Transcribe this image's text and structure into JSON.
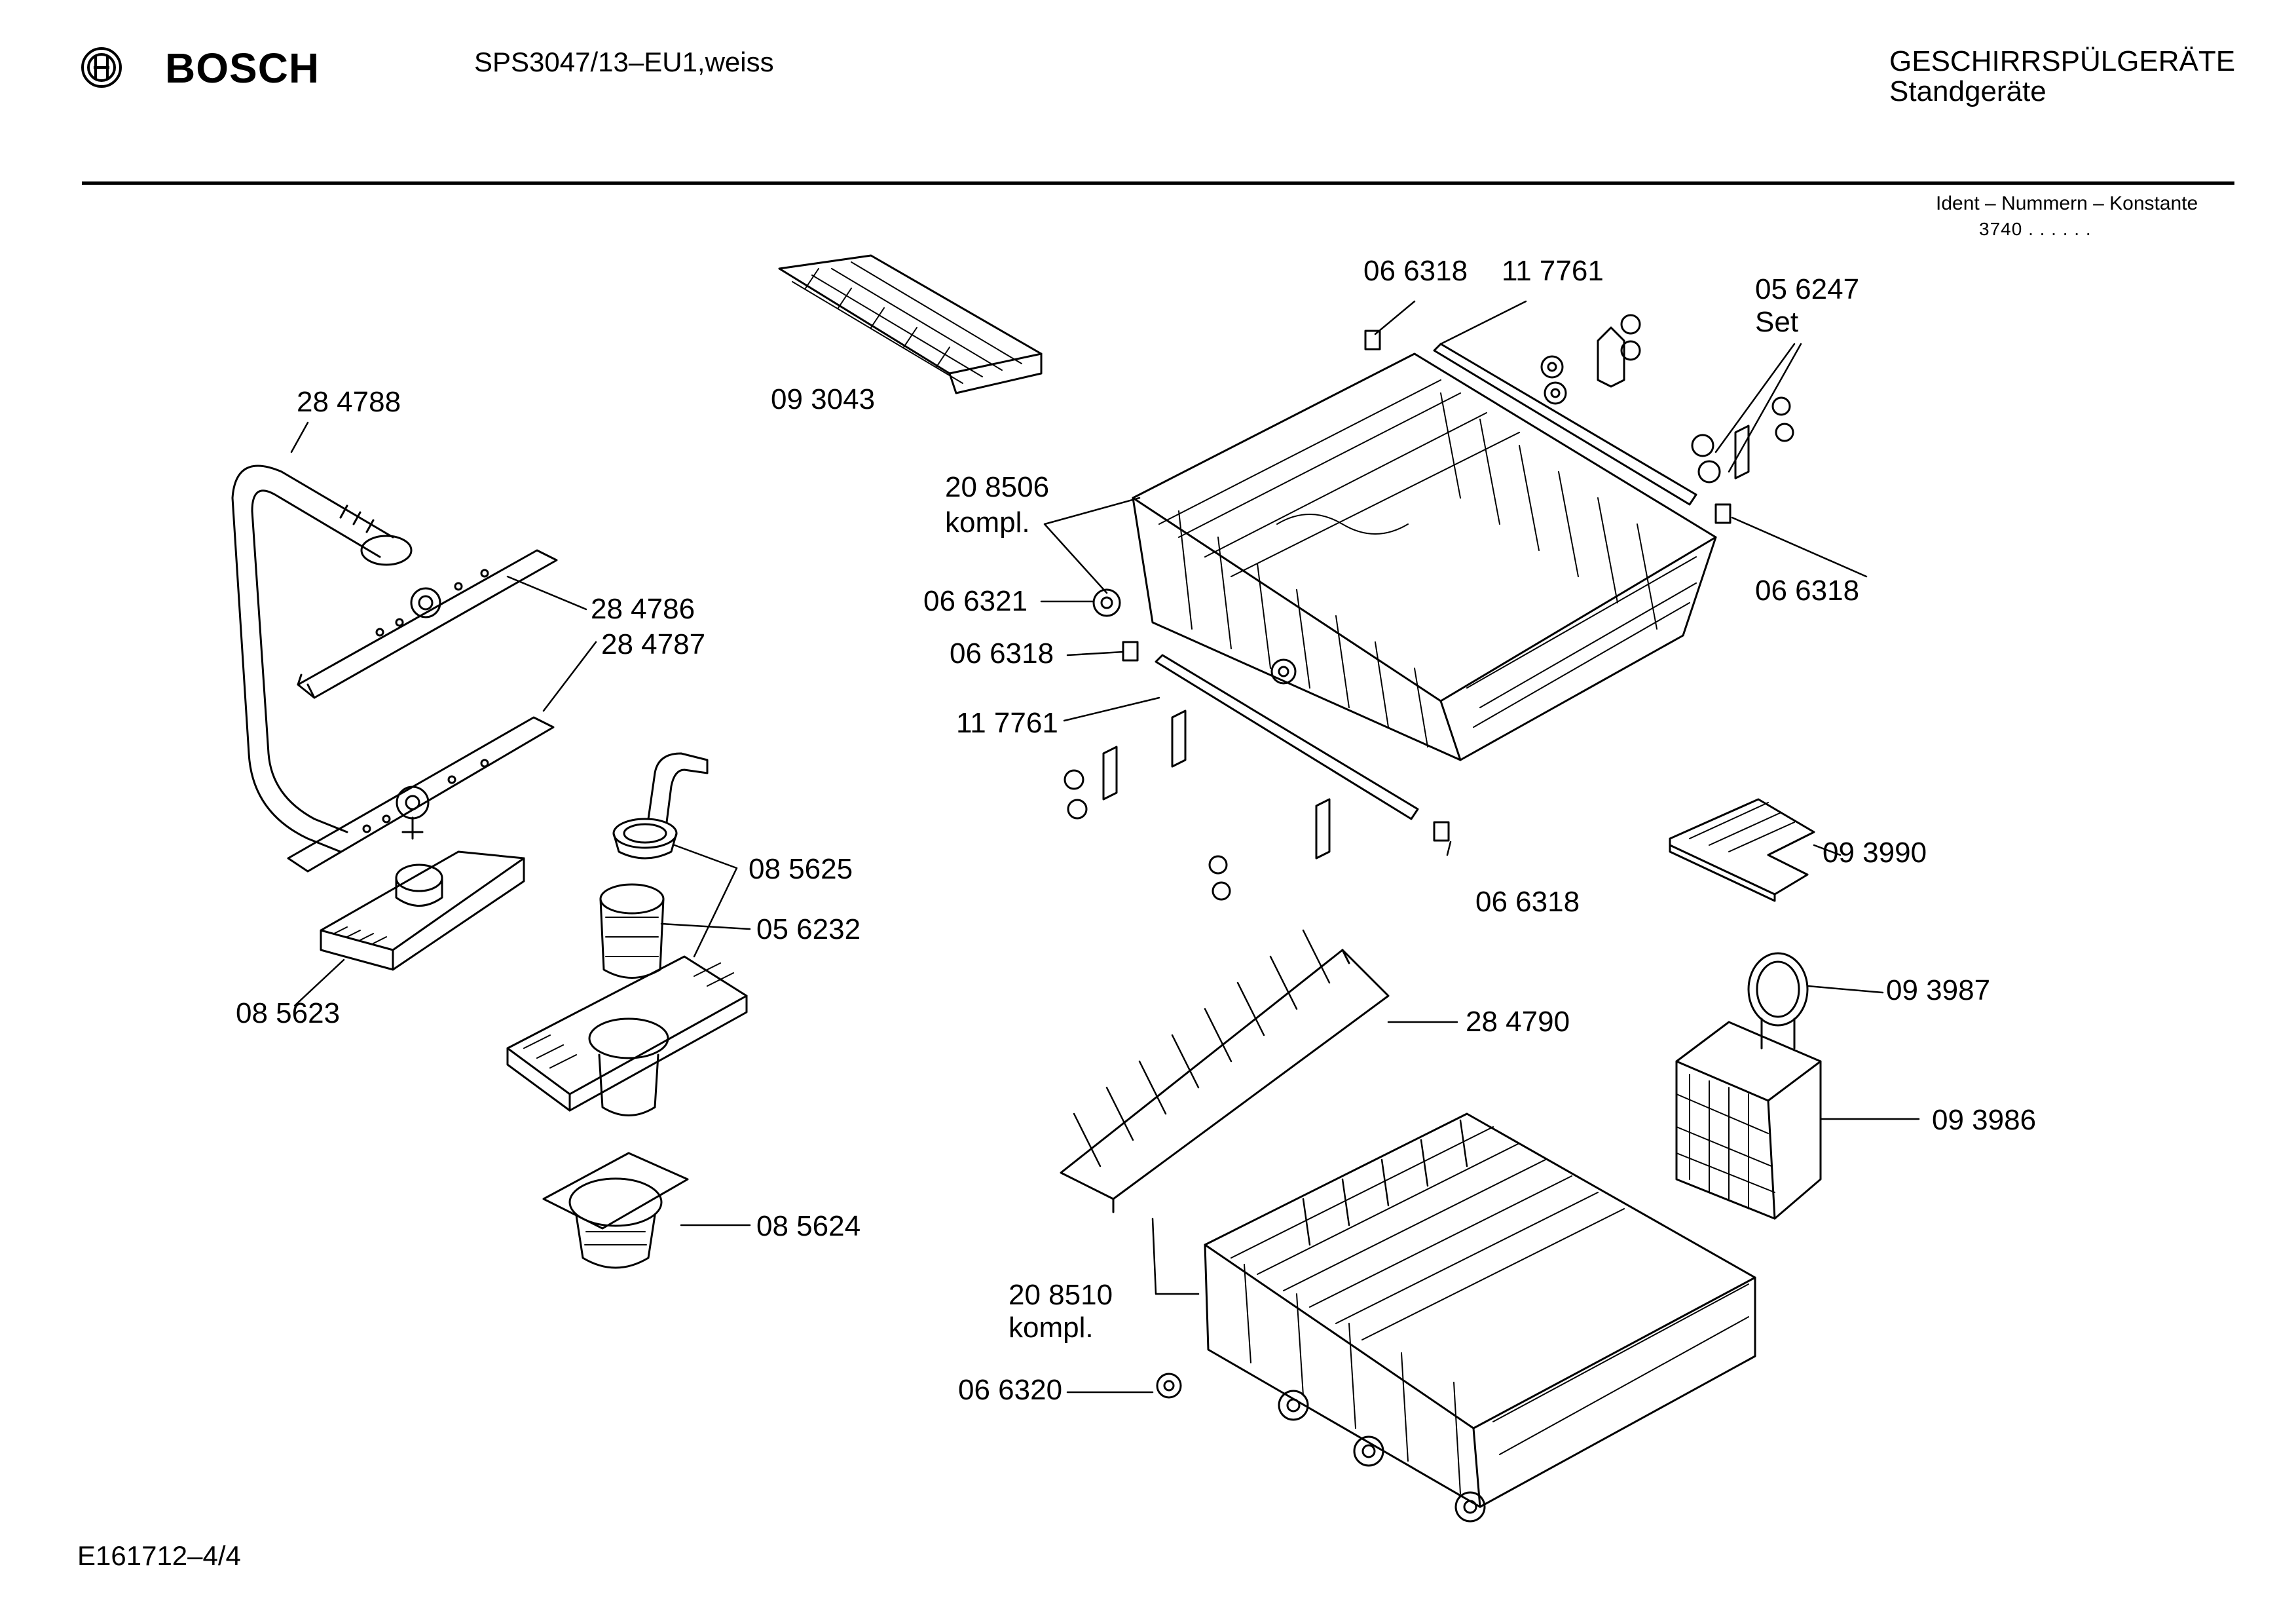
{
  "header": {
    "brand": "BOSCH",
    "model": "SPS3047/13–EU1,weiss",
    "category_line1": "GESCHIRRSPÜLGERÄTE",
    "category_line2": "Standgeräte",
    "ident_line1": "Ident – Nummern – Konstante",
    "ident_line2": "3740 . .  . . . ."
  },
  "footer": {
    "document_id": "E161712–4/4"
  },
  "parts": [
    {
      "id": "p1",
      "text": "28 4788"
    },
    {
      "id": "p2",
      "text": "09 3043"
    },
    {
      "id": "p3",
      "text": "06 6318"
    },
    {
      "id": "p4",
      "text": "11 7761"
    },
    {
      "id": "p5",
      "text": "05 6247"
    },
    {
      "id": "p6",
      "text": "Set"
    },
    {
      "id": "p7",
      "text": "20 8506"
    },
    {
      "id": "p8",
      "text": "kompl."
    },
    {
      "id": "p9",
      "text": "28 4786"
    },
    {
      "id": "p10",
      "text": "28 4787"
    },
    {
      "id": "p11",
      "text": "06 6321"
    },
    {
      "id": "p12",
      "text": "06 6318"
    },
    {
      "id": "p13",
      "text": "06 6318"
    },
    {
      "id": "p14",
      "text": "11 7761"
    },
    {
      "id": "p15",
      "text": "09 3990"
    },
    {
      "id": "p16",
      "text": "08 5625"
    },
    {
      "id": "p17",
      "text": "06 6318"
    },
    {
      "id": "p18",
      "text": "05 6232"
    },
    {
      "id": "p19",
      "text": "08 5623"
    },
    {
      "id": "p20",
      "text": "09 3987"
    },
    {
      "id": "p21",
      "text": "28 4790"
    },
    {
      "id": "p22",
      "text": "09 3986"
    },
    {
      "id": "p23",
      "text": "08 5624"
    },
    {
      "id": "p24",
      "text": "20 8510"
    },
    {
      "id": "p25",
      "text": "kompl."
    },
    {
      "id": "p26",
      "text": "06 6320"
    }
  ]
}
